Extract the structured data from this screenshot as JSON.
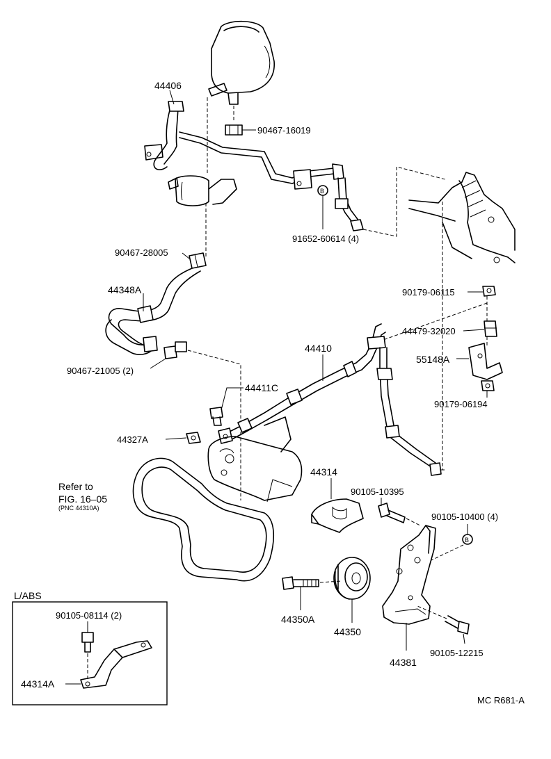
{
  "labels": {
    "p44406": "44406",
    "p90467_16019": "90467-16019",
    "p91652": "91652-60614 (4)",
    "p90467_28005": "90467-28005",
    "p44348A": "44348A",
    "p90179_06115": "90179-06115",
    "p44479": "44479-32020",
    "p55148A": "55148A",
    "p90179_06194": "90179-06194",
    "p44410": "44410",
    "p90467_21005": "90467-21005 (2)",
    "p44411C": "44411C",
    "p44327A": "44327A",
    "p44314": "44314",
    "p90105_10395": "90105-10395",
    "p90105_10400": "90105-10400 (4)",
    "p44350A": "44350A",
    "p44350": "44350",
    "p44381": "44381",
    "p90105_12215": "90105-12215",
    "p90105_08114": "90105-08114 (2)",
    "p44314A": "44314A"
  },
  "refer": {
    "line1": "Refer to",
    "line2": "FIG. 16–05",
    "line3": "(PNC 44310A)"
  },
  "marker_b": "B",
  "inset_title": "L/ABS",
  "footer_code": "MC R681-A"
}
